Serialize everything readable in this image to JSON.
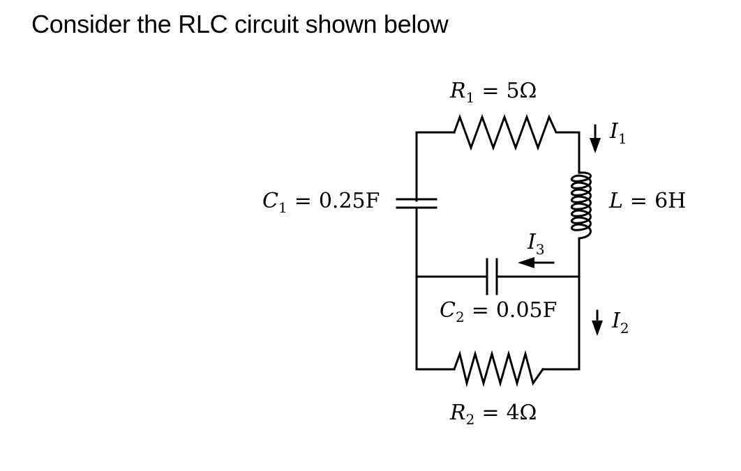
{
  "heading": "Consider the RLC circuit shown below",
  "components": {
    "r1": {
      "symbol": "R",
      "subscript": "1",
      "value": "5Ω"
    },
    "r2": {
      "symbol": "R",
      "subscript": "2",
      "value": "4Ω"
    },
    "c1": {
      "symbol": "C",
      "subscript": "1",
      "value": "0.25F"
    },
    "c2": {
      "symbol": "C",
      "subscript": "2",
      "value": "0.05F"
    },
    "l": {
      "symbol": "L",
      "value": "6H"
    }
  },
  "currents": {
    "i1": {
      "symbol": "I",
      "subscript": "1",
      "direction": "down"
    },
    "i2": {
      "symbol": "I",
      "subscript": "2",
      "direction": "down"
    },
    "i3": {
      "symbol": "I",
      "subscript": "3",
      "direction": "left"
    }
  },
  "equals_sign": "="
}
